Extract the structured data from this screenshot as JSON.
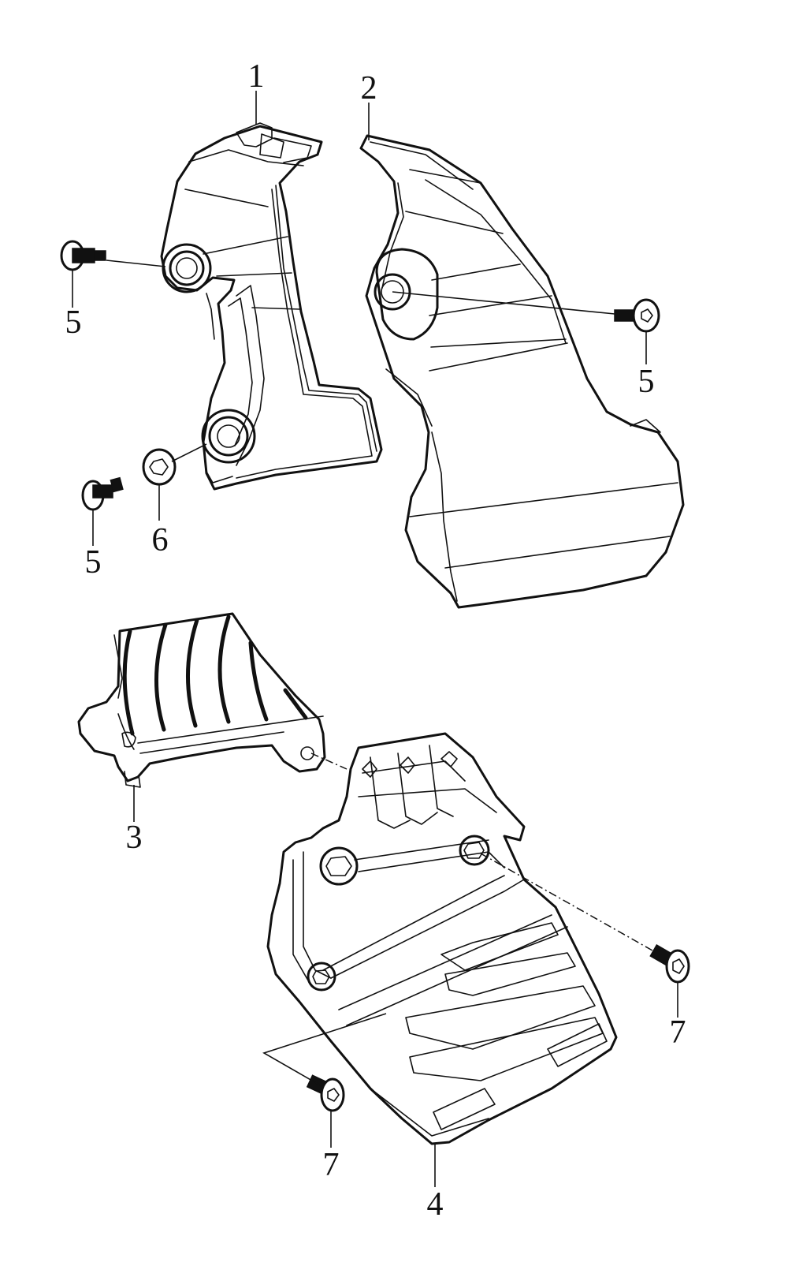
{
  "callouts": {
    "c1": "1",
    "c2": "2",
    "c3": "3",
    "c4": "4",
    "c5a": "5",
    "c5b": "5",
    "c5c": "5",
    "c6": "6",
    "c7a": "7",
    "c7b": "7"
  }
}
